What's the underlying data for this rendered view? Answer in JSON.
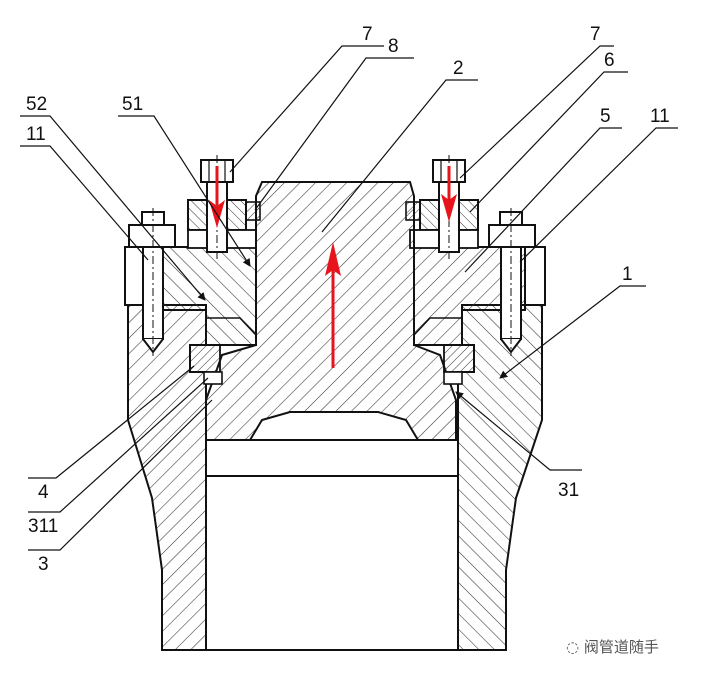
{
  "diagram": {
    "labels": {
      "l7a": "7",
      "l8": "8",
      "l2": "2",
      "l7b": "7",
      "l6": "6",
      "l52": "52",
      "l51": "51",
      "l11a": "11",
      "l5": "5",
      "l11b": "11",
      "l1": "1",
      "l4": "4",
      "l311": "311",
      "l3": "3",
      "l31": "31"
    },
    "watermark": "阀管道随手",
    "colors": {
      "line": "#111111",
      "hatch": "#333333",
      "arrow": "#e8141b"
    }
  }
}
